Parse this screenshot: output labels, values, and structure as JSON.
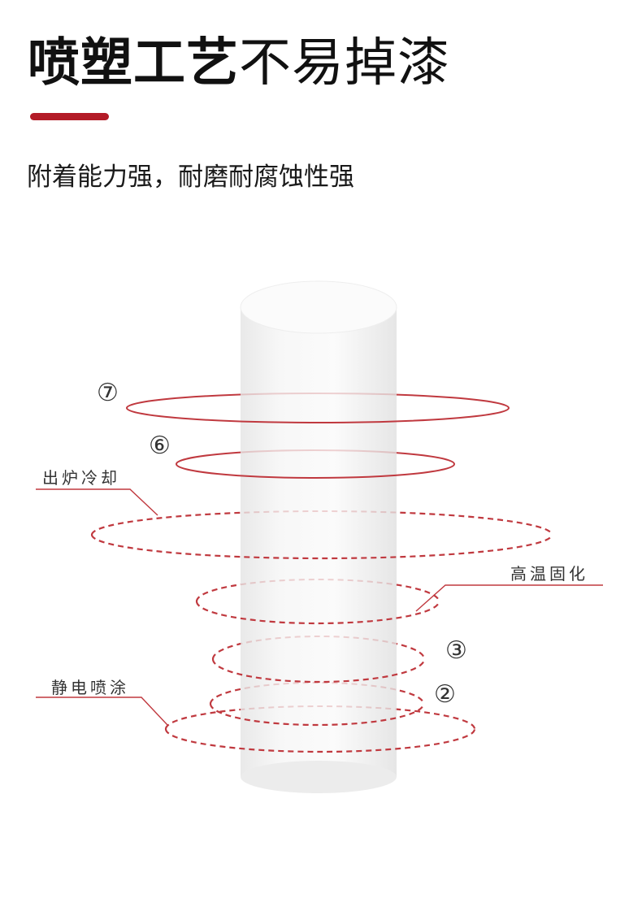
{
  "header": {
    "title_bold": "喷塑工艺",
    "title_light": "不易掉漆",
    "subtitle": "附着能力强，耐磨耐腐蚀性强",
    "accent_color": "#b31b27"
  },
  "diagram": {
    "labels": {
      "cooling": "出炉冷却",
      "curing": "高温固化",
      "spraying": "静电喷涂"
    },
    "steps": {
      "seven": "⑦",
      "six": "⑥",
      "three": "③",
      "two": "②"
    },
    "ring_color": "#c0393f",
    "cylinder_color": "#f2f2f2"
  }
}
